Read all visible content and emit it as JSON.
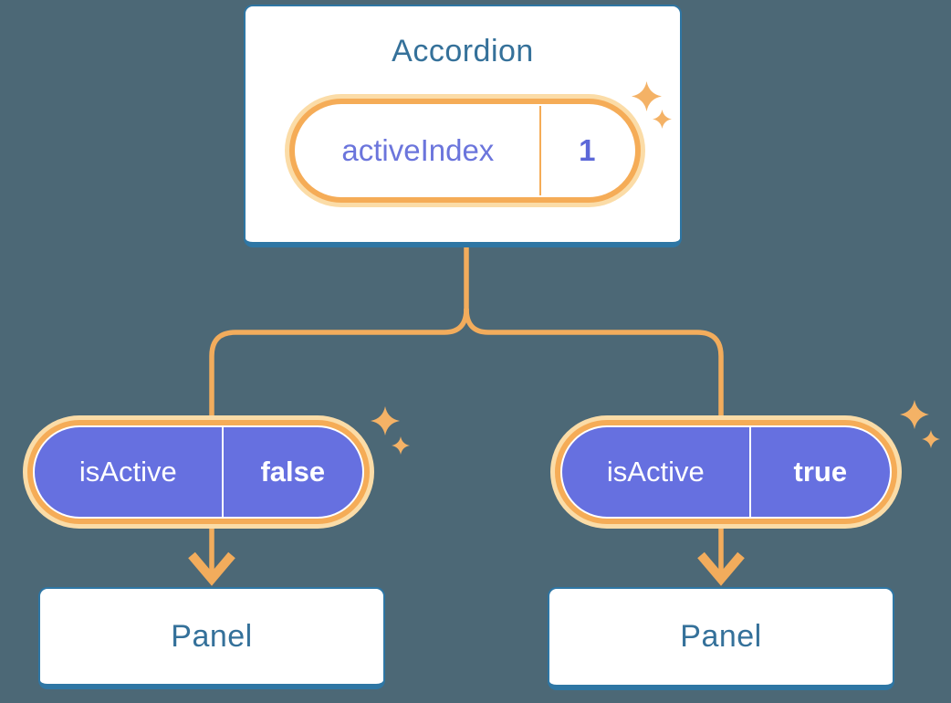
{
  "colors": {
    "bg": "#4C6876",
    "card-border": "#2E76A4",
    "heading": "#35719A",
    "line": "#F2AC5C",
    "ring": "#F5AC57",
    "halo": "#FBDCA7",
    "sparkle": "#F4B266",
    "purple": "#6670E0",
    "label-purple": "#6B75DC",
    "value-purple": "#5C68D8"
  },
  "accordion": {
    "title": "Accordion",
    "state": {
      "label": "activeIndex",
      "value": "1"
    }
  },
  "children": [
    {
      "prop": {
        "label": "isActive",
        "value": "false"
      },
      "panel": {
        "title": "Panel"
      }
    },
    {
      "prop": {
        "label": "isActive",
        "value": "true"
      },
      "panel": {
        "title": "Panel"
      }
    }
  ]
}
